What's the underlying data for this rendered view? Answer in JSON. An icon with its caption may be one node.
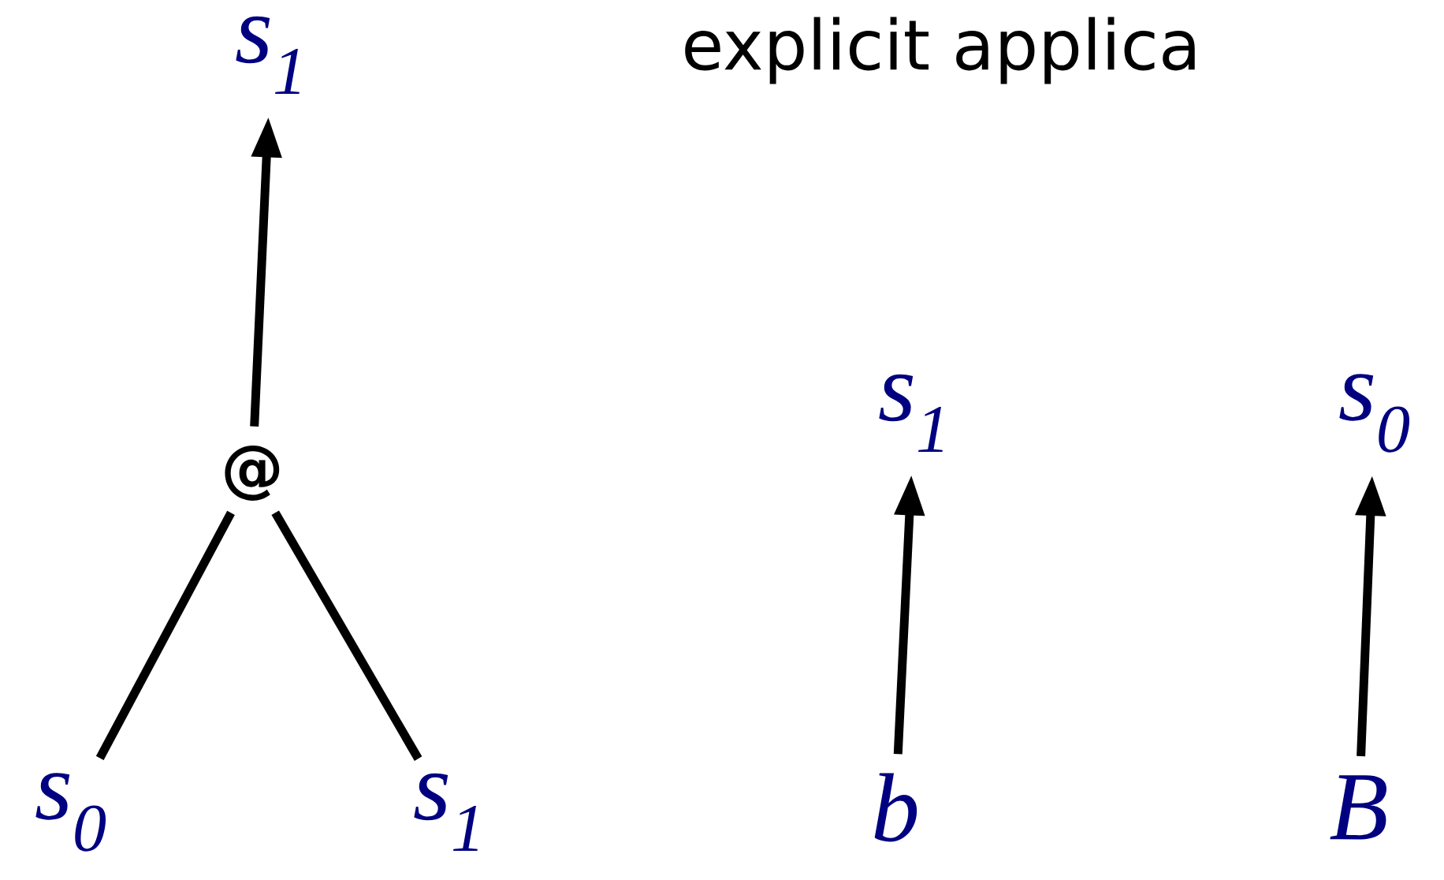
{
  "diagram": {
    "title": "explicit applica",
    "nodes": [
      {
        "text": [
          "s$_{1}$"
        ]
      },
      {
        "text": [
          "@"
        ]
      },
      {
        "text": [
          "s$_{0}$"
        ]
      },
      {
        "text": [
          "s$_{1}$"
        ]
      },
      {
        "text": [
          "s$_{1}$"
        ]
      },
      {
        "text": [
          "b"
        ]
      },
      {
        "text": [
          "s$_{0}$"
        ]
      },
      {
        "text": [
          "B"
        ]
      }
    ],
    "edges": [
      {
        "from": 1,
        "to": 0,
        "arrow": "to"
      },
      {
        "from": 1,
        "to": 2,
        "arrow": "none"
      },
      {
        "from": 1,
        "to": 3,
        "arrow": "none"
      },
      {
        "from": 5,
        "to": 4,
        "arrow": "to"
      },
      {
        "from": 7,
        "to": 6,
        "arrow": "to"
      }
    ]
  }
}
